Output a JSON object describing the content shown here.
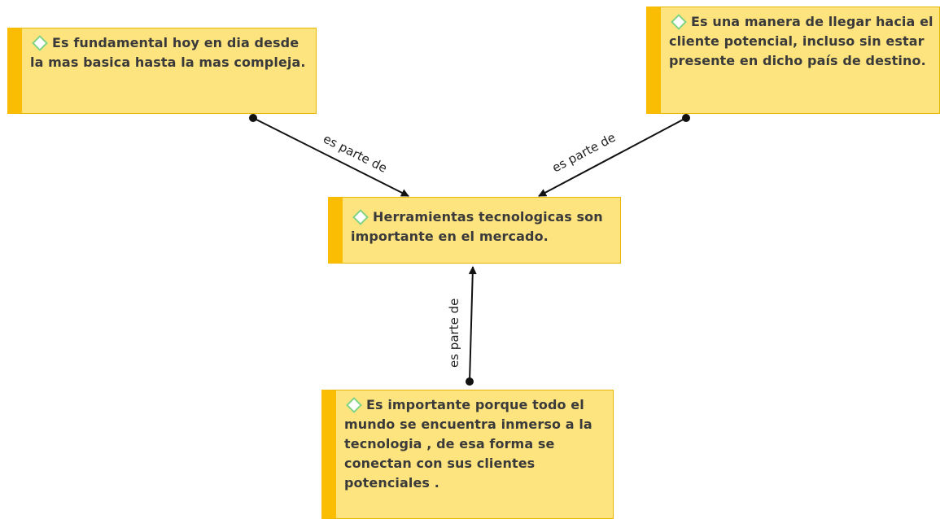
{
  "nodes": {
    "center": {
      "text": "Herramientas tecnologicas son importante en el mercado."
    },
    "top_left": {
      "text": "Es fundamental hoy en dia desde la mas basica hasta la mas compleja."
    },
    "top_right": {
      "text": "Es una manera de llegar hacia el cliente potencial, incluso sin estar presente en dicho país de destino."
    },
    "bottom": {
      "text": "Es importante porque todo el mundo se encuentra inmerso a la tecnologia , de esa forma se conectan con sus clientes potenciales ."
    }
  },
  "links": {
    "top_left_to_center": {
      "label": "es parte de"
    },
    "top_right_to_center": {
      "label": "es parte de"
    },
    "bottom_to_center": {
      "label": "es parte de"
    }
  },
  "colors": {
    "note_fill": "#fde47f",
    "note_border": "#e8b800",
    "note_accent": "#fbbd04",
    "node_icon": "#7fd37f",
    "connector": "#111111"
  }
}
